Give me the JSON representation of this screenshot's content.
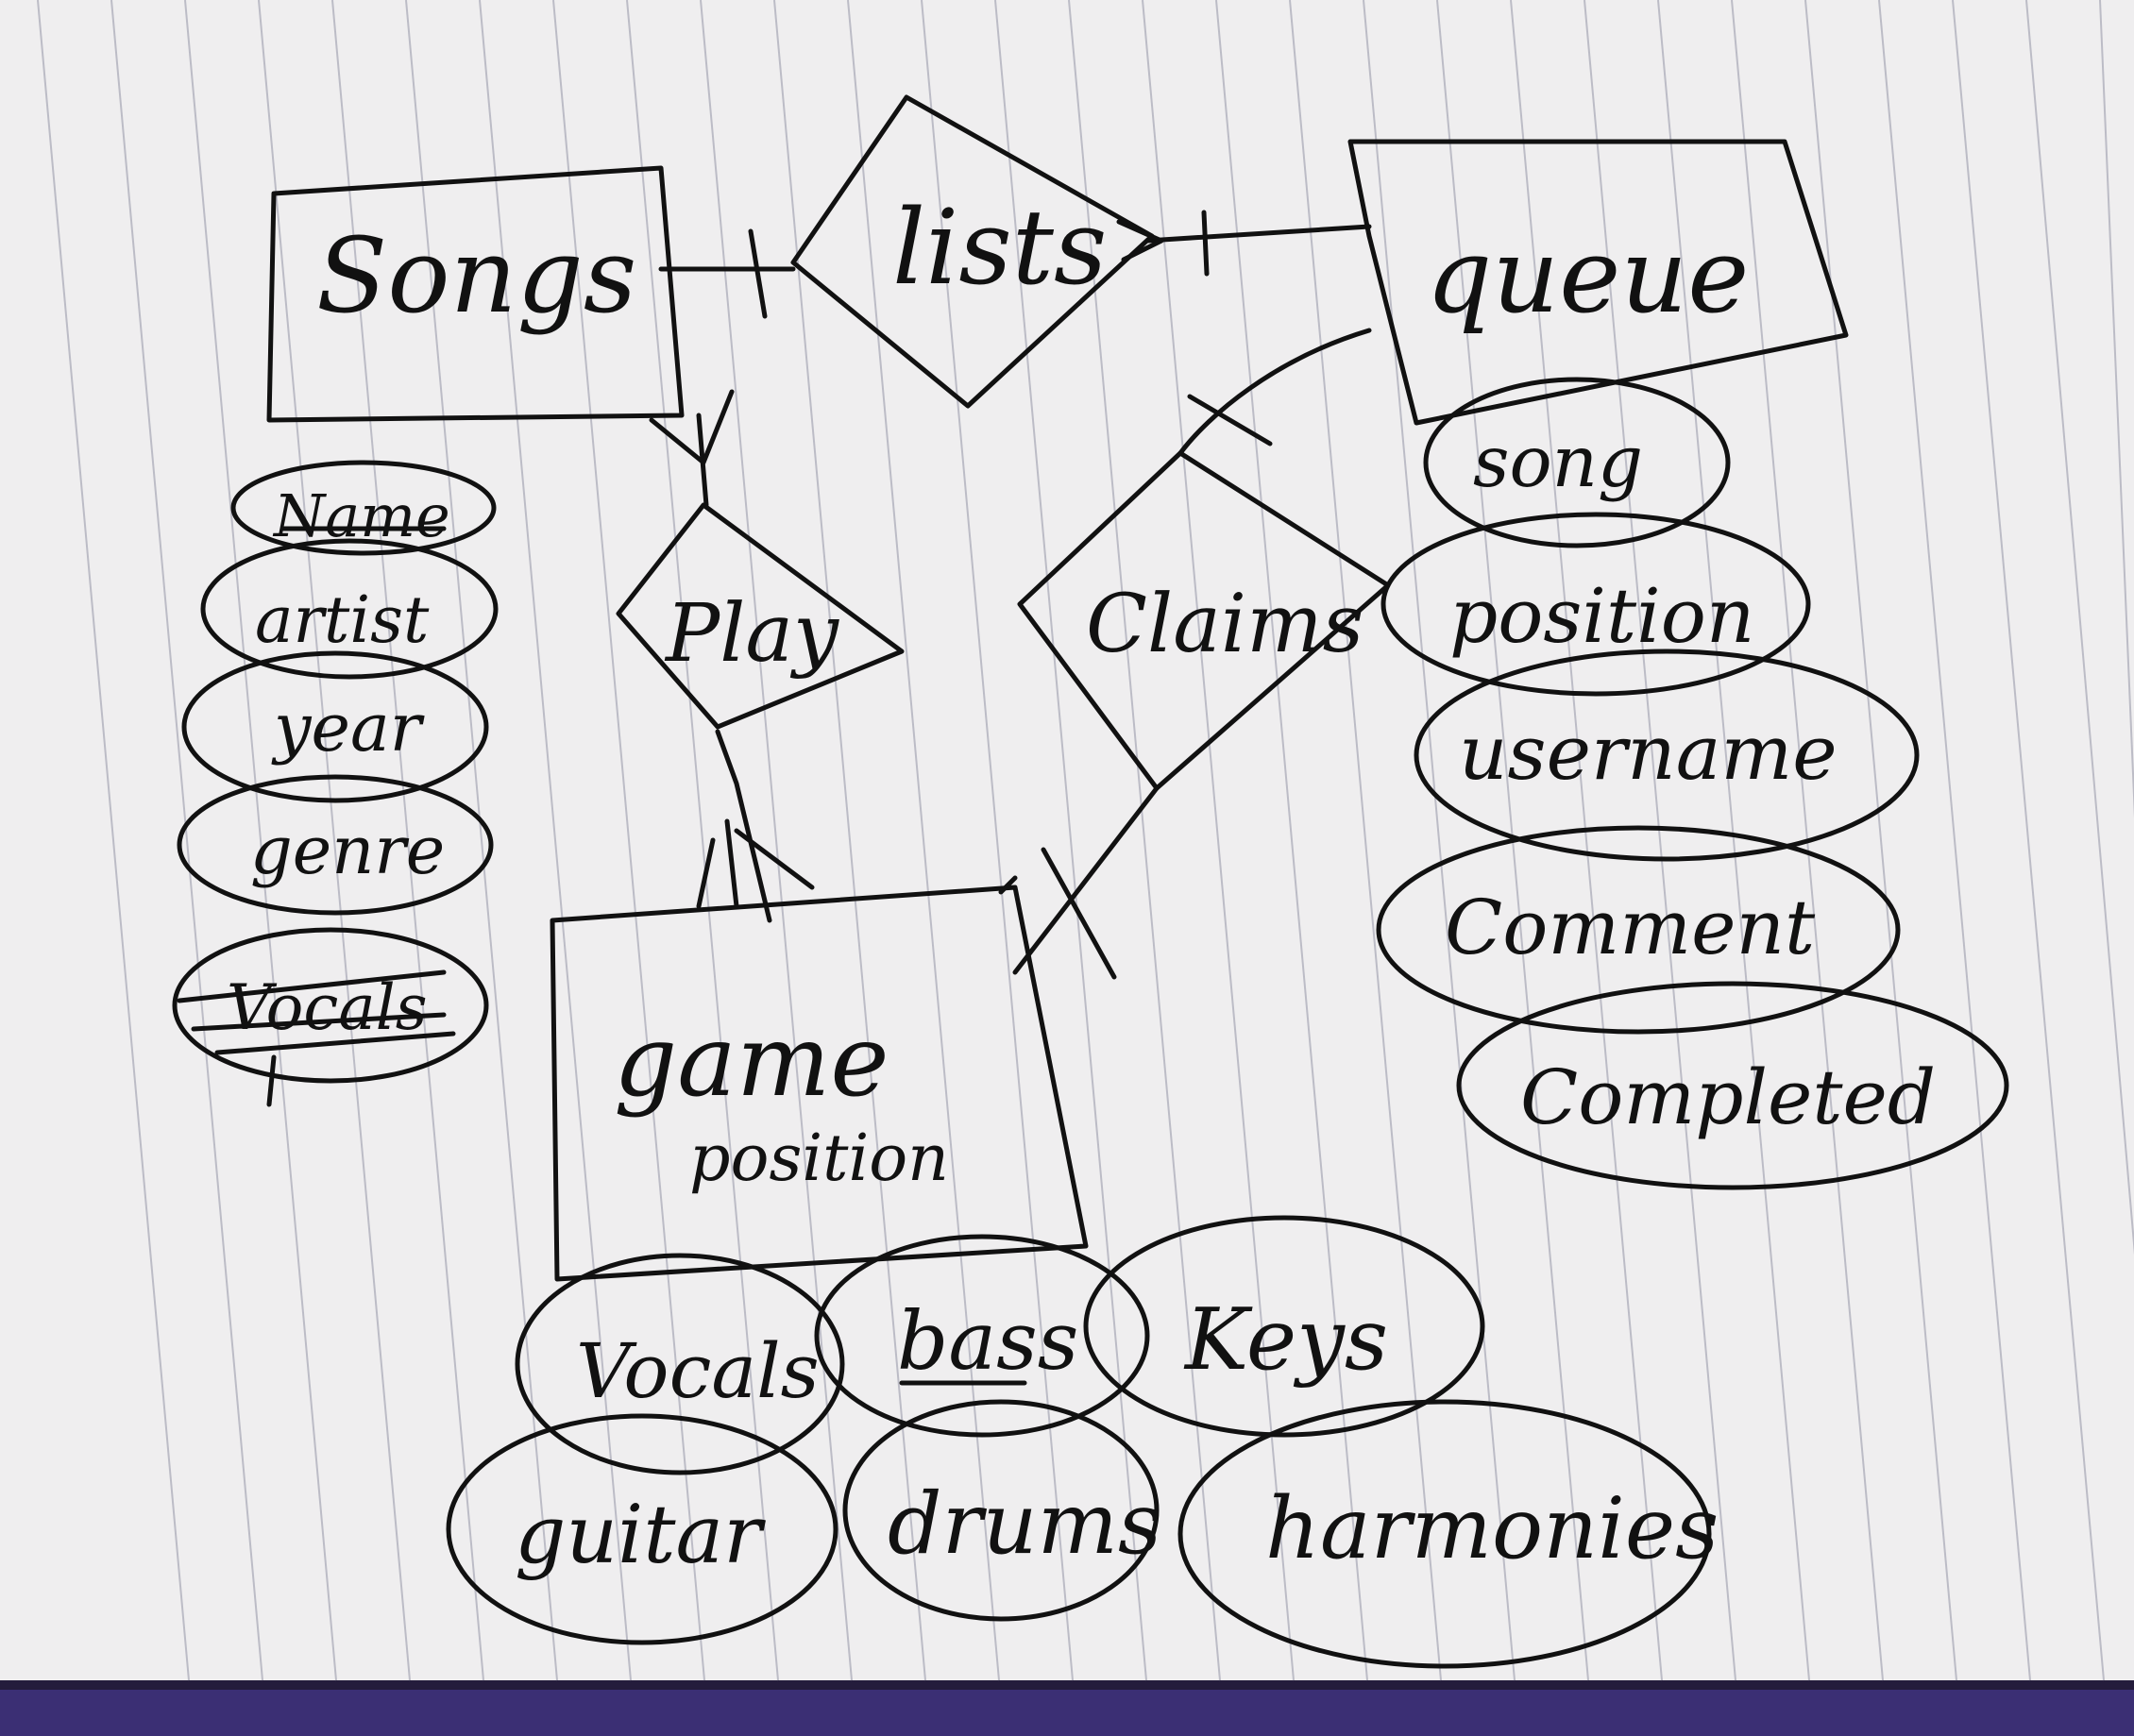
{
  "entities": {
    "songs": "Songs",
    "queue": "queue",
    "game_position": "game",
    "game_position_sub": "position"
  },
  "relationships": {
    "lists": "lists",
    "play": "Play",
    "claims": "Claims"
  },
  "songs_attributes": {
    "name": "Name",
    "artist": "artist",
    "year": "year",
    "genre": "genre",
    "vocals_struck": "Vocals"
  },
  "queue_attributes": {
    "song": "song",
    "position": "position",
    "username": "username",
    "comment": "Comment",
    "completed": "Completed"
  },
  "game_position_attributes": {
    "vocals": "Vocals",
    "bass": "bass",
    "keys": "Keys",
    "guitar": "guitar",
    "drums": "drums",
    "harmonies": "harmonies"
  },
  "colors": {
    "ink": "#111111",
    "paper": "#efeeef",
    "ruled_line": "#b9b9c2",
    "device_bezel": "#2a1f4a"
  }
}
